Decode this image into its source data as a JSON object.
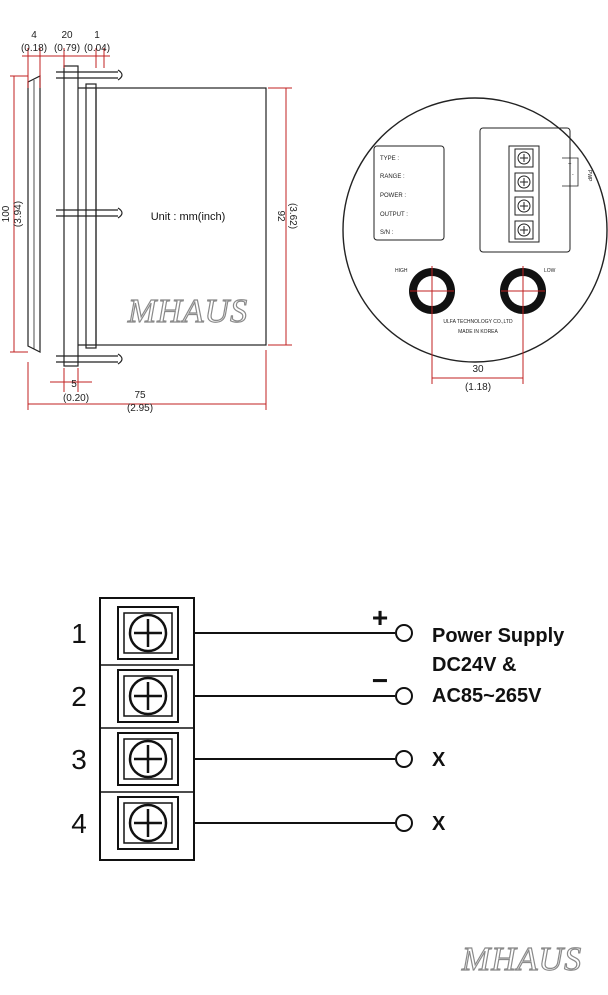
{
  "dimensions": {
    "top_4": "4",
    "top_4_in": "(0.18)",
    "top_20": "20",
    "top_20_in": "(0.79)",
    "top_1": "1",
    "top_1_in": "(0.04)",
    "left_100": "100",
    "left_100_in": "(3.94)",
    "right_92": "92",
    "right_92_in": "(3.62)",
    "bottom_5": "5",
    "bottom_5_in": "(0.20)",
    "bottom_75": "75",
    "bottom_75_in": "(2.95)",
    "unit": "Unit : mm(inch)",
    "spacing_30": "30",
    "spacing_30_in": "(1.18)"
  },
  "rear_view": {
    "label_fields": [
      "TYPE :",
      "RANGE :",
      "POWER :",
      "OUTPUT :",
      "S/N :"
    ],
    "port_high": "HIGH",
    "port_low": "LOW",
    "maker_line1": "ULFA TECHNOLOGY CO.,LTD",
    "maker_line2": "MADE IN KOREA",
    "side_tag": "PWP",
    "plus": "+",
    "minus": "-"
  },
  "watermark": "MHAUS",
  "terminals": [
    {
      "number": "1",
      "sign": "+",
      "label": ""
    },
    {
      "number": "2",
      "sign": "−",
      "label": ""
    },
    {
      "number": "3",
      "sign": "",
      "label": "X"
    },
    {
      "number": "4",
      "sign": "",
      "label": "X"
    }
  ],
  "power_label": [
    "Power Supply",
    "DC24V &",
    "AC85~265V"
  ],
  "colors": {
    "dimension_line": "#c02020",
    "drawing_line": "#222222"
  }
}
